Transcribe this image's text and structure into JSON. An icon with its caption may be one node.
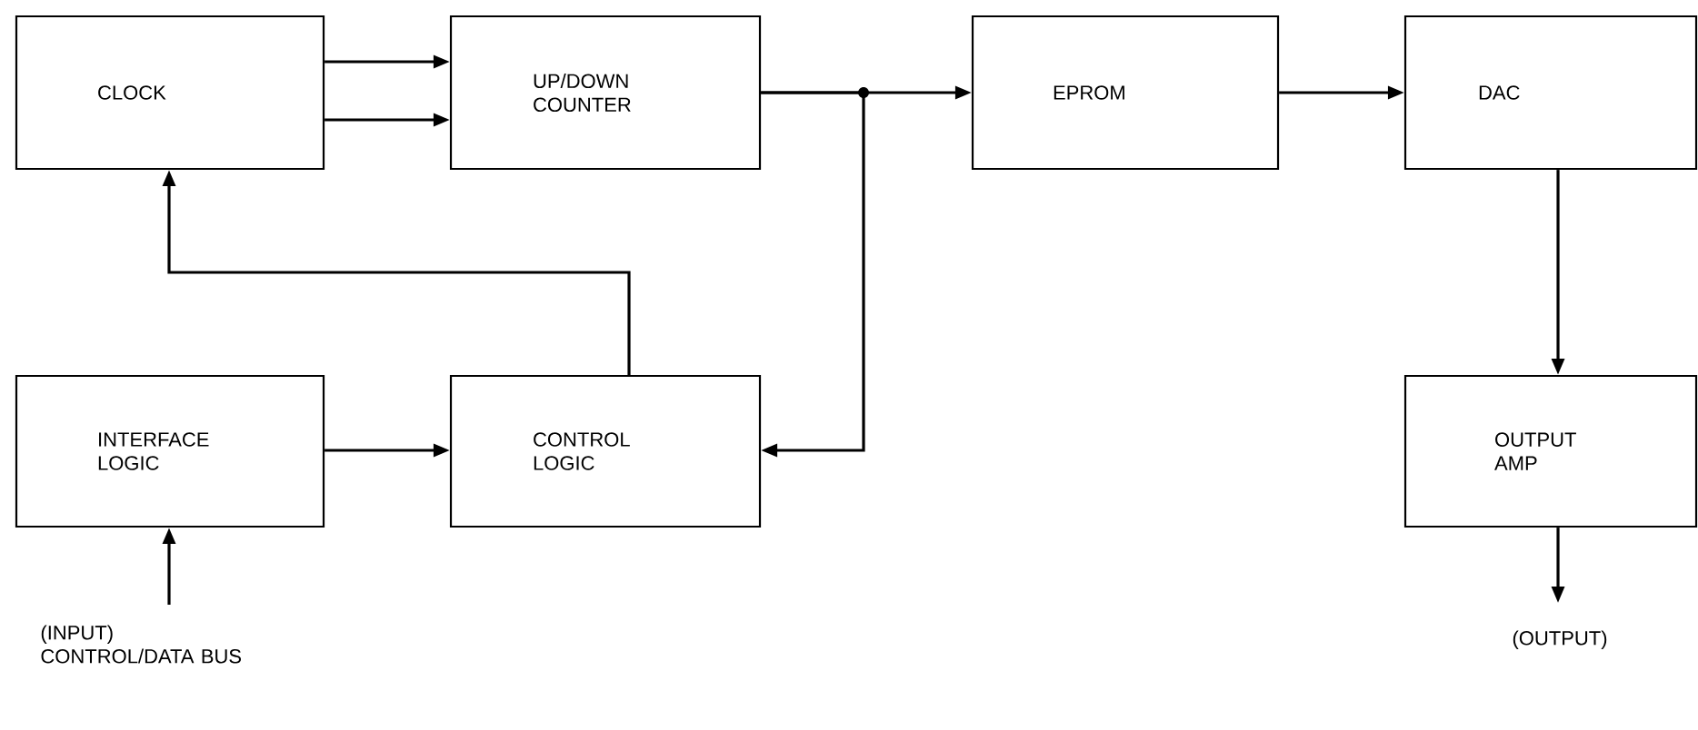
{
  "diagram": {
    "nodes": [
      {
        "text": [
          "CLOCK"
        ]
      },
      {
        "text": [
          "UP/DOWN COUNTER"
        ]
      },
      {
        "text": [
          "EPROM"
        ]
      },
      {
        "text": [
          "DAC"
        ]
      },
      {
        "text": [
          "INTERFACE LOGIC"
        ]
      },
      {
        "text": [
          "CONTROL LOGIC"
        ]
      },
      {
        "text": [
          "OUTPUT AMP"
        ]
      },
      {
        "text": [
          "(INPUT) CONTROL/DATA BUS"
        ]
      },
      {
        "text": [
          "(OUTPUT)"
        ]
      }
    ],
    "edges": [
      {
        "from": 0,
        "to": 1,
        "arrow": "to"
      },
      {
        "from": 0,
        "to": 1,
        "arrow": "to"
      },
      {
        "from": 1,
        "to": 2,
        "arrow": "to"
      },
      {
        "from": 1,
        "to": 5,
        "arrow": "to"
      },
      {
        "from": 5,
        "to": 0,
        "arrow": "to"
      },
      {
        "from": 4,
        "to": 5,
        "arrow": "to"
      },
      {
        "from": 7,
        "to": 4,
        "arrow": "to"
      },
      {
        "from": 2,
        "to": 3,
        "arrow": "to"
      },
      {
        "from": 3,
        "to": 6,
        "arrow": "to"
      },
      {
        "from": 6,
        "to": 8,
        "arrow": "to"
      }
    ]
  }
}
